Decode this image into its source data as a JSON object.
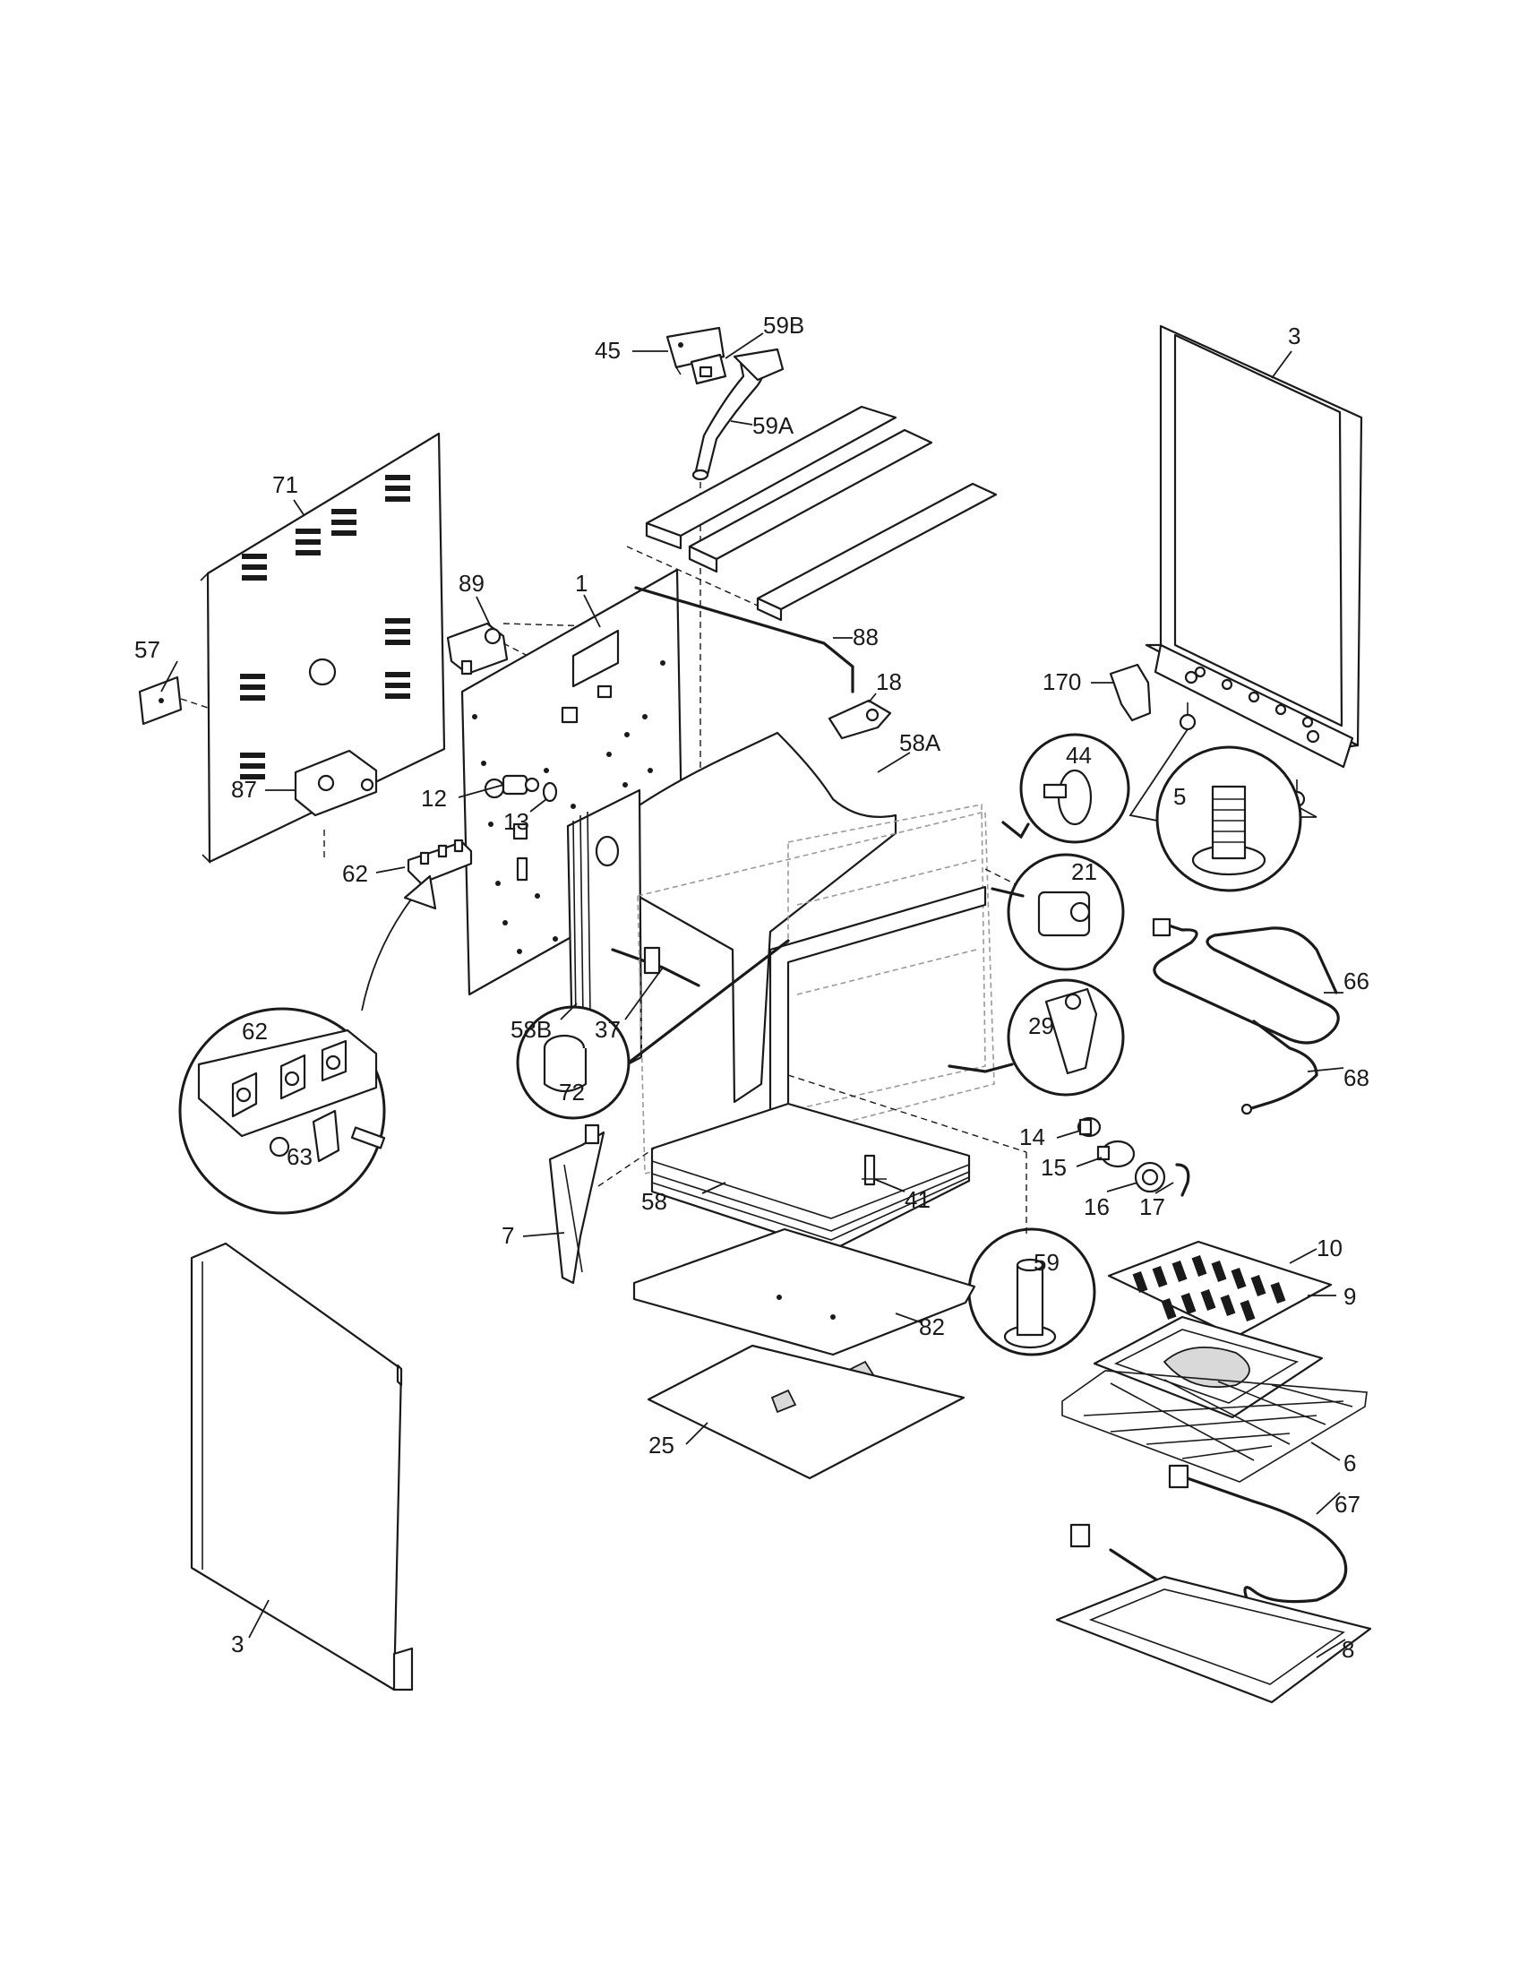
{
  "callouts": [
    {
      "id": "c45",
      "label": "45"
    },
    {
      "id": "c59b",
      "label": "59B"
    },
    {
      "id": "c59a",
      "label": "59A"
    },
    {
      "id": "c3a",
      "label": "3"
    },
    {
      "id": "c71",
      "label": "71"
    },
    {
      "id": "c1",
      "label": "1"
    },
    {
      "id": "c89",
      "label": "89"
    },
    {
      "id": "c88",
      "label": "88"
    },
    {
      "id": "c57",
      "label": "57"
    },
    {
      "id": "c170",
      "label": "170"
    },
    {
      "id": "c18",
      "label": "18"
    },
    {
      "id": "c58a",
      "label": "58A"
    },
    {
      "id": "c44",
      "label": "44"
    },
    {
      "id": "c5",
      "label": "5"
    },
    {
      "id": "c87",
      "label": "87"
    },
    {
      "id": "c12",
      "label": "12"
    },
    {
      "id": "c13",
      "label": "13"
    },
    {
      "id": "c21",
      "label": "21"
    },
    {
      "id": "c62a",
      "label": "62"
    },
    {
      "id": "c58b",
      "label": "58B"
    },
    {
      "id": "c37",
      "label": "37"
    },
    {
      "id": "c66",
      "label": "66"
    },
    {
      "id": "c62b",
      "label": "62"
    },
    {
      "id": "c29",
      "label": "29"
    },
    {
      "id": "c72",
      "label": "72"
    },
    {
      "id": "c68",
      "label": "68"
    },
    {
      "id": "c63",
      "label": "63"
    },
    {
      "id": "c14",
      "label": "14"
    },
    {
      "id": "c15",
      "label": "15"
    },
    {
      "id": "c16",
      "label": "16"
    },
    {
      "id": "c17",
      "label": "17"
    },
    {
      "id": "c41",
      "label": "41"
    },
    {
      "id": "c58",
      "label": "58"
    },
    {
      "id": "c7",
      "label": "7"
    },
    {
      "id": "c10",
      "label": "10"
    },
    {
      "id": "c59",
      "label": "59"
    },
    {
      "id": "c9",
      "label": "9"
    },
    {
      "id": "c82",
      "label": "82"
    },
    {
      "id": "c6",
      "label": "6"
    },
    {
      "id": "c25",
      "label": "25"
    },
    {
      "id": "c67",
      "label": "67"
    },
    {
      "id": "c3b",
      "label": "3"
    },
    {
      "id": "c8",
      "label": "8"
    }
  ]
}
